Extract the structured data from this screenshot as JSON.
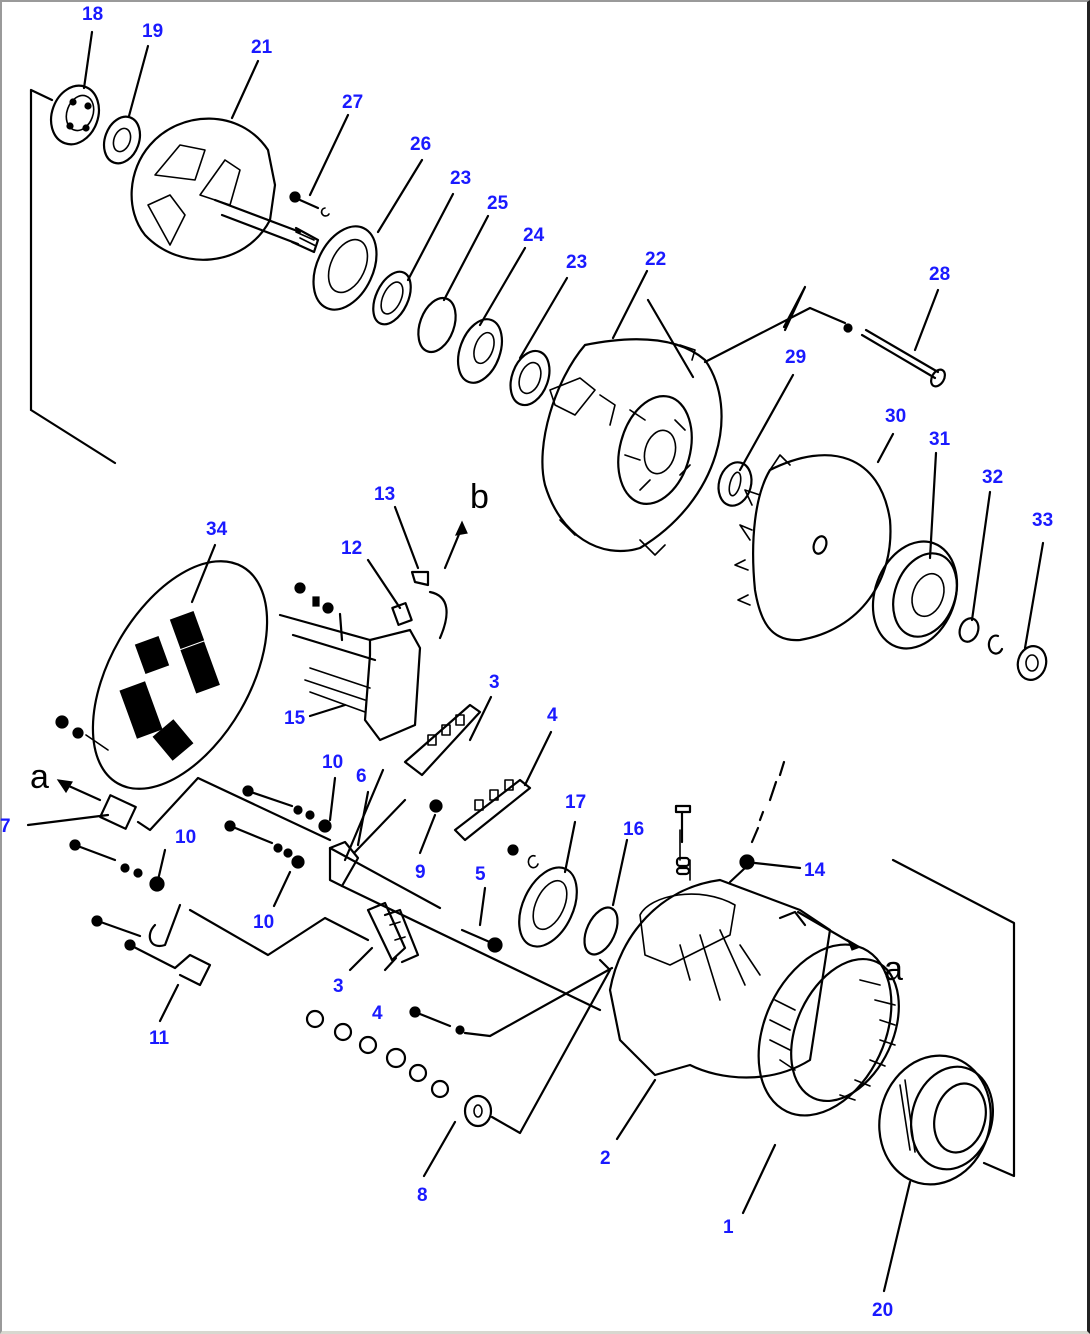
{
  "diagram": {
    "type": "exploded-parts-diagram",
    "subject": "alternator",
    "callout_color": "#1a1aff",
    "line_color": "#000000",
    "reference_letters": [
      "a",
      "b"
    ],
    "callouts": [
      {
        "id": "c18",
        "label": "18"
      },
      {
        "id": "c19",
        "label": "19"
      },
      {
        "id": "c21",
        "label": "21"
      },
      {
        "id": "c27",
        "label": "27"
      },
      {
        "id": "c26",
        "label": "26"
      },
      {
        "id": "c23a",
        "label": "23"
      },
      {
        "id": "c25",
        "label": "25"
      },
      {
        "id": "c24",
        "label": "24"
      },
      {
        "id": "c23b",
        "label": "23"
      },
      {
        "id": "c22",
        "label": "22"
      },
      {
        "id": "c28",
        "label": "28"
      },
      {
        "id": "c29",
        "label": "29"
      },
      {
        "id": "c30",
        "label": "30"
      },
      {
        "id": "c31",
        "label": "31"
      },
      {
        "id": "c32",
        "label": "32"
      },
      {
        "id": "c33",
        "label": "33"
      },
      {
        "id": "c34",
        "label": "34"
      },
      {
        "id": "c13",
        "label": "13"
      },
      {
        "id": "c12",
        "label": "12"
      },
      {
        "id": "c15",
        "label": "15"
      },
      {
        "id": "c3a",
        "label": "3"
      },
      {
        "id": "c4a",
        "label": "4"
      },
      {
        "id": "c10a",
        "label": "10"
      },
      {
        "id": "c6",
        "label": "6"
      },
      {
        "id": "c7",
        "label": "7"
      },
      {
        "id": "c10b",
        "label": "10"
      },
      {
        "id": "c10c",
        "label": "10"
      },
      {
        "id": "c9",
        "label": "9"
      },
      {
        "id": "c17",
        "label": "17"
      },
      {
        "id": "c16",
        "label": "16"
      },
      {
        "id": "c5",
        "label": "5"
      },
      {
        "id": "c14",
        "label": "14"
      },
      {
        "id": "c11",
        "label": "11"
      },
      {
        "id": "c3b",
        "label": "3"
      },
      {
        "id": "c4b",
        "label": "4"
      },
      {
        "id": "c8",
        "label": "8"
      },
      {
        "id": "c2",
        "label": "2"
      },
      {
        "id": "c1",
        "label": "1"
      },
      {
        "id": "c20",
        "label": "20"
      }
    ]
  }
}
